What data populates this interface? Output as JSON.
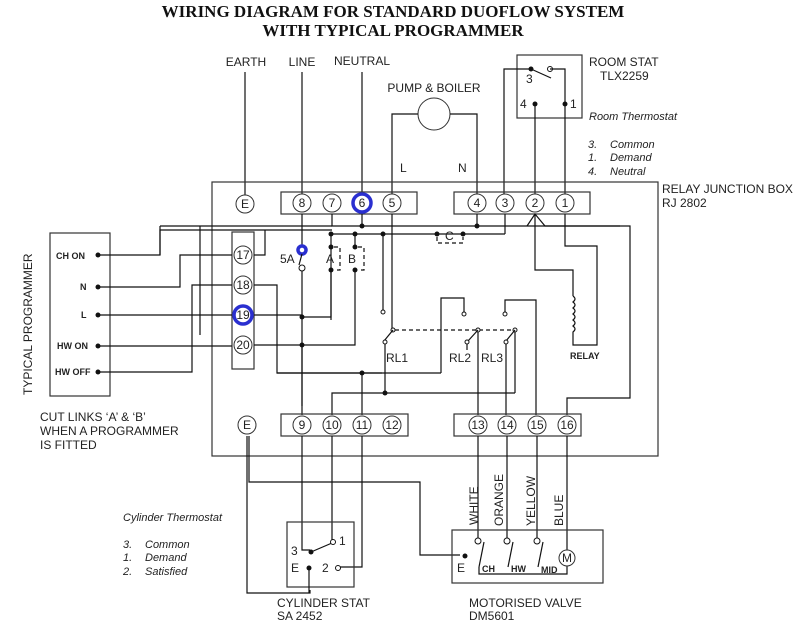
{
  "title": {
    "line1": "WIRING DIAGRAM FOR STANDARD DUOFLOW SYSTEM",
    "line2": "WITH TYPICAL PROGRAMMER"
  },
  "supply": {
    "earth": "EARTH",
    "line": "LINE",
    "neutral": "NEUTRAL"
  },
  "pump": {
    "label": "PUMP & BOILER",
    "l": "L",
    "n": "N"
  },
  "room_stat": {
    "name": "ROOM STAT",
    "model": "TLX2259",
    "caption": "Room Thermostat",
    "terminals": [
      "3",
      "4",
      "1"
    ],
    "legend": [
      {
        "num": "3.",
        "text": "Common"
      },
      {
        "num": "1.",
        "text": "Demand"
      },
      {
        "num": "4.",
        "text": "Neutral"
      }
    ]
  },
  "junction_box": {
    "name": "RELAY JUNCTION BOX",
    "model": "RJ 2802",
    "earth_top": "E",
    "earth_bottom": "E",
    "top_left_terminals": [
      "8",
      "7",
      "6",
      "5"
    ],
    "top_right_terminals": [
      "4",
      "3",
      "2",
      "1"
    ],
    "side_terminals": [
      "17",
      "18",
      "19",
      "20"
    ],
    "bottom_left_terminals": [
      "9",
      "10",
      "11",
      "12"
    ],
    "bottom_right_terminals": [
      "13",
      "14",
      "15",
      "16"
    ],
    "highlighted_terminals": [
      "6",
      "19"
    ],
    "fuse": "5A",
    "links": [
      "A",
      "B",
      "C"
    ],
    "relays": [
      "RL1",
      "RL2",
      "RL3"
    ],
    "relay_label": "RELAY"
  },
  "programmer": {
    "name": "TYPICAL PROGRAMMER",
    "terminals": [
      "CH ON",
      "N",
      "L",
      "HW ON",
      "HW OFF"
    ],
    "note": [
      "CUT LINKS ‘A’ & ‘B’",
      "WHEN A PROGRAMMER",
      "IS FITTED"
    ]
  },
  "cylinder_stat": {
    "caption": "Cylinder Thermostat",
    "legend": [
      {
        "num": "3.",
        "text": "Common"
      },
      {
        "num": "1.",
        "text": "Demand"
      },
      {
        "num": "2.",
        "text": "Satisfied"
      }
    ],
    "terminals": [
      "3",
      "1",
      "E",
      "2"
    ],
    "name": "CYLINDER STAT",
    "model": "SA 2452"
  },
  "motorised_valve": {
    "wires": [
      "WHITE",
      "ORANGE",
      "YELLOW",
      "BLUE"
    ],
    "switches": [
      "CH",
      "HW",
      "MID"
    ],
    "motor": "M",
    "earth": "E",
    "name": "MOTORISED VALVE",
    "model": "DM5601"
  },
  "colors": {
    "highlight": "#2a2fd0",
    "line": "#111111"
  }
}
